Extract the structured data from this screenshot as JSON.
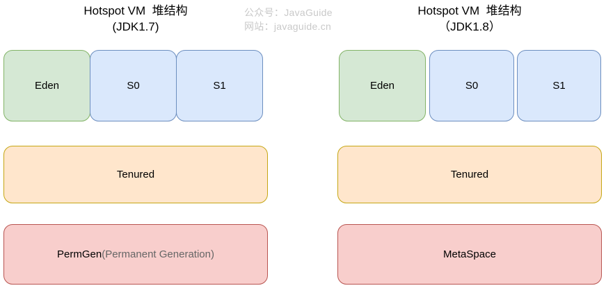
{
  "watermark": {
    "line1": "公众号：JavaGuide",
    "line2": "网站：javaguide.cn"
  },
  "panels": [
    {
      "name": "hotspot-vm-heap-jdk17",
      "title_line1": "Hotspot VM  堆结构",
      "title_line2": "(JDK1.7)",
      "young": [
        {
          "label": "Eden"
        },
        {
          "label": "S0"
        },
        {
          "label": "S1"
        }
      ],
      "tenured": {
        "label": "Tenured"
      },
      "bottom": {
        "label_primary": "PermGen",
        "label_secondary": "(Permanent Generation)"
      }
    },
    {
      "name": "hotspot-vm-heap-jdk18",
      "title_line1": "Hotspot VM  堆结构",
      "title_line2": "（JDK1.8）",
      "young": [
        {
          "label": "Eden"
        },
        {
          "label": "S0"
        },
        {
          "label": "S1"
        }
      ],
      "tenured": {
        "label": "Tenured"
      },
      "bottom": {
        "label_primary": "MetaSpace",
        "label_secondary": ""
      }
    }
  ],
  "colors": {
    "eden_fill": "#d5e8d4",
    "eden_border": "#82b366",
    "survivor_fill": "#dae8fc",
    "survivor_border": "#6c8ebf",
    "tenured_fill": "#ffe6cc",
    "tenured_border": "#c5a613",
    "bottom_fill": "#f8cecc",
    "bottom_border": "#b85450",
    "watermark_text": "#c9c9c9",
    "secondary_text": "#666666"
  }
}
